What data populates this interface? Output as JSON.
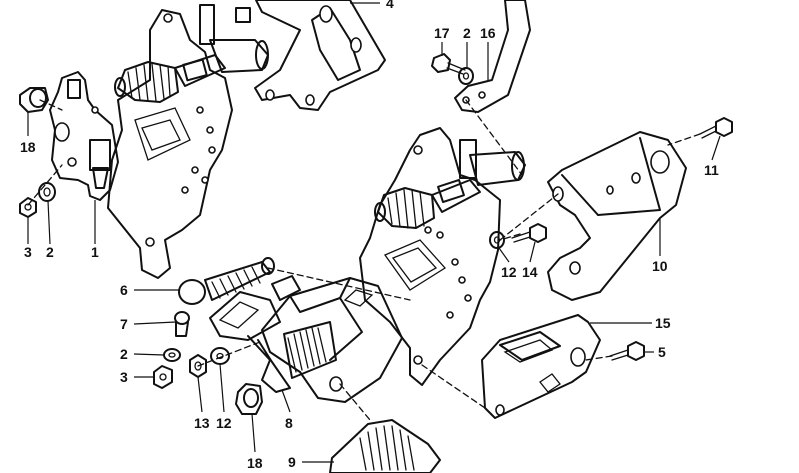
{
  "diagram": {
    "callouts": [
      {
        "id": "c4a",
        "text": "4"
      },
      {
        "id": "c17",
        "text": "17"
      },
      {
        "id": "c2a",
        "text": "2"
      },
      {
        "id": "c16",
        "text": "16"
      },
      {
        "id": "c18a",
        "text": "18"
      },
      {
        "id": "c3a",
        "text": "3"
      },
      {
        "id": "c2b",
        "text": "2"
      },
      {
        "id": "c1",
        "text": "1"
      },
      {
        "id": "c11",
        "text": "11"
      },
      {
        "id": "c10",
        "text": "10"
      },
      {
        "id": "c12a",
        "text": "12"
      },
      {
        "id": "c14",
        "text": "14"
      },
      {
        "id": "c6",
        "text": "6"
      },
      {
        "id": "c7",
        "text": "7"
      },
      {
        "id": "c2c",
        "text": "2"
      },
      {
        "id": "c3b",
        "text": "3"
      },
      {
        "id": "c13",
        "text": "13"
      },
      {
        "id": "c12b",
        "text": "12"
      },
      {
        "id": "c8",
        "text": "8"
      },
      {
        "id": "c18b",
        "text": "18"
      },
      {
        "id": "c9",
        "text": "9"
      },
      {
        "id": "c15",
        "text": "15"
      },
      {
        "id": "c5",
        "text": "5"
      }
    ]
  }
}
